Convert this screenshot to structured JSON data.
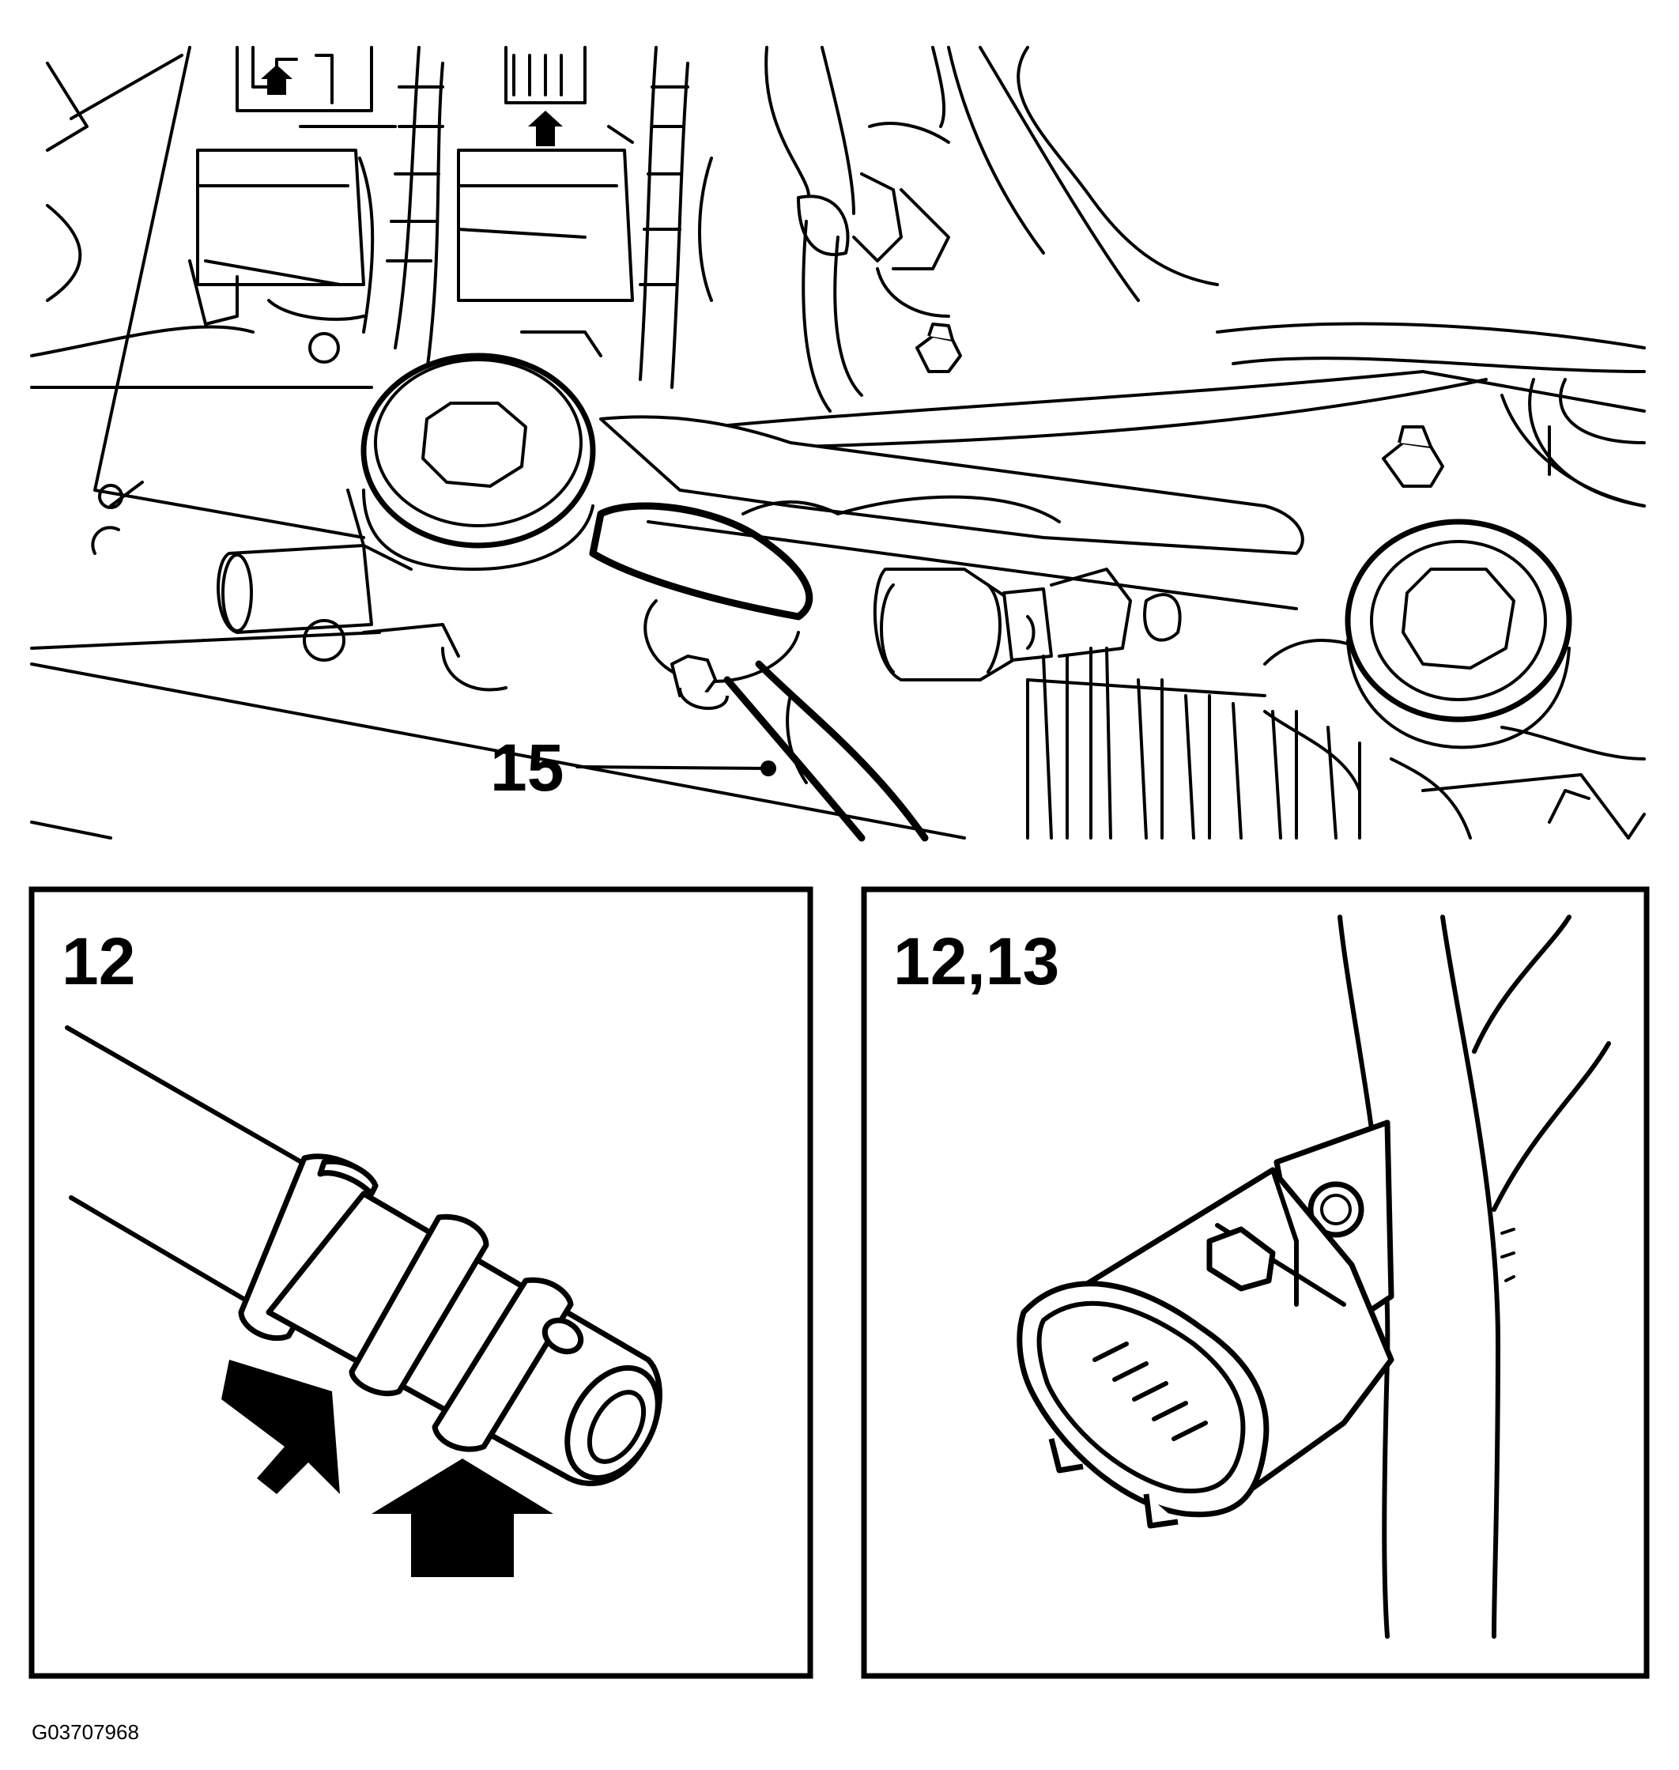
{
  "figure": {
    "figure_id": "G03707968",
    "main_view": {
      "callout": "15"
    },
    "inset_left": {
      "label": "12"
    },
    "inset_right": {
      "label": "12,13"
    }
  }
}
